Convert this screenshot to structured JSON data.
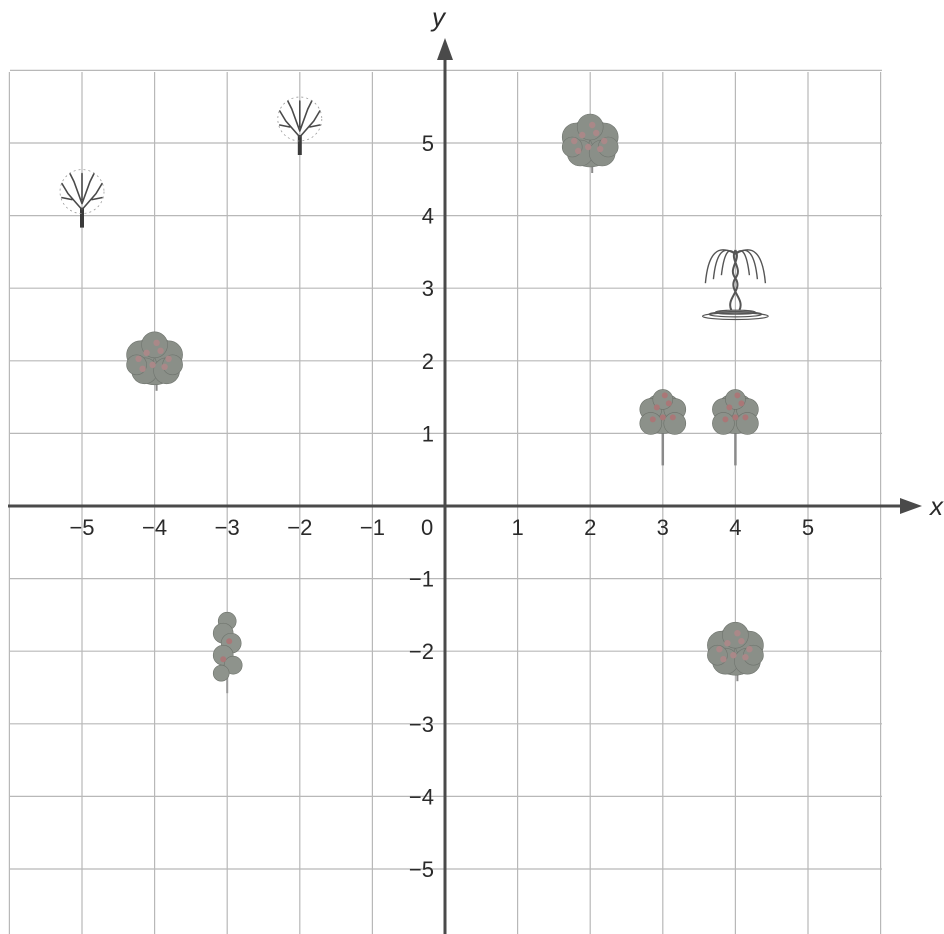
{
  "axes": {
    "x_label": "x",
    "y_label": "y",
    "origin_label": "0",
    "x_ticks": [
      {
        "value": -5,
        "label": "−5"
      },
      {
        "value": -4,
        "label": "−4"
      },
      {
        "value": -3,
        "label": "−3"
      },
      {
        "value": -2,
        "label": "−2"
      },
      {
        "value": -1,
        "label": "−1"
      },
      {
        "value": 1,
        "label": "1"
      },
      {
        "value": 2,
        "label": "2"
      },
      {
        "value": 3,
        "label": "3"
      },
      {
        "value": 4,
        "label": "4"
      },
      {
        "value": 5,
        "label": "5"
      }
    ],
    "y_ticks": [
      {
        "value": 5,
        "label": "5"
      },
      {
        "value": 4,
        "label": "4"
      },
      {
        "value": 3,
        "label": "3"
      },
      {
        "value": 2,
        "label": "2"
      },
      {
        "value": 1,
        "label": "1"
      },
      {
        "value": -1,
        "label": "−1"
      },
      {
        "value": -2,
        "label": "−2"
      },
      {
        "value": -3,
        "label": "−3"
      },
      {
        "value": -4,
        "label": "−4"
      },
      {
        "value": -5,
        "label": "−5"
      }
    ],
    "grid_x_range": [
      -6,
      6
    ],
    "grid_y_range": [
      -6,
      6
    ],
    "axis_color": "#4a4a4a",
    "grid_color": "#b8b8b8"
  },
  "objects": [
    {
      "icon": "bare-tree-icon",
      "x": -5,
      "y": 4
    },
    {
      "icon": "bare-tree-icon",
      "x": -2,
      "y": 5
    },
    {
      "icon": "leafy-bush-icon",
      "x": -4,
      "y": 2
    },
    {
      "icon": "leafy-bush-icon",
      "x": 2,
      "y": 5
    },
    {
      "icon": "fountain-icon",
      "x": 4,
      "y": 3
    },
    {
      "icon": "flowering-tree-icon",
      "x": 3,
      "y": 1
    },
    {
      "icon": "flowering-tree-icon",
      "x": 4,
      "y": 1
    },
    {
      "icon": "slender-shrub-icon",
      "x": -3,
      "y": -2
    },
    {
      "icon": "leafy-bush-icon",
      "x": 4,
      "y": -2
    }
  ]
}
